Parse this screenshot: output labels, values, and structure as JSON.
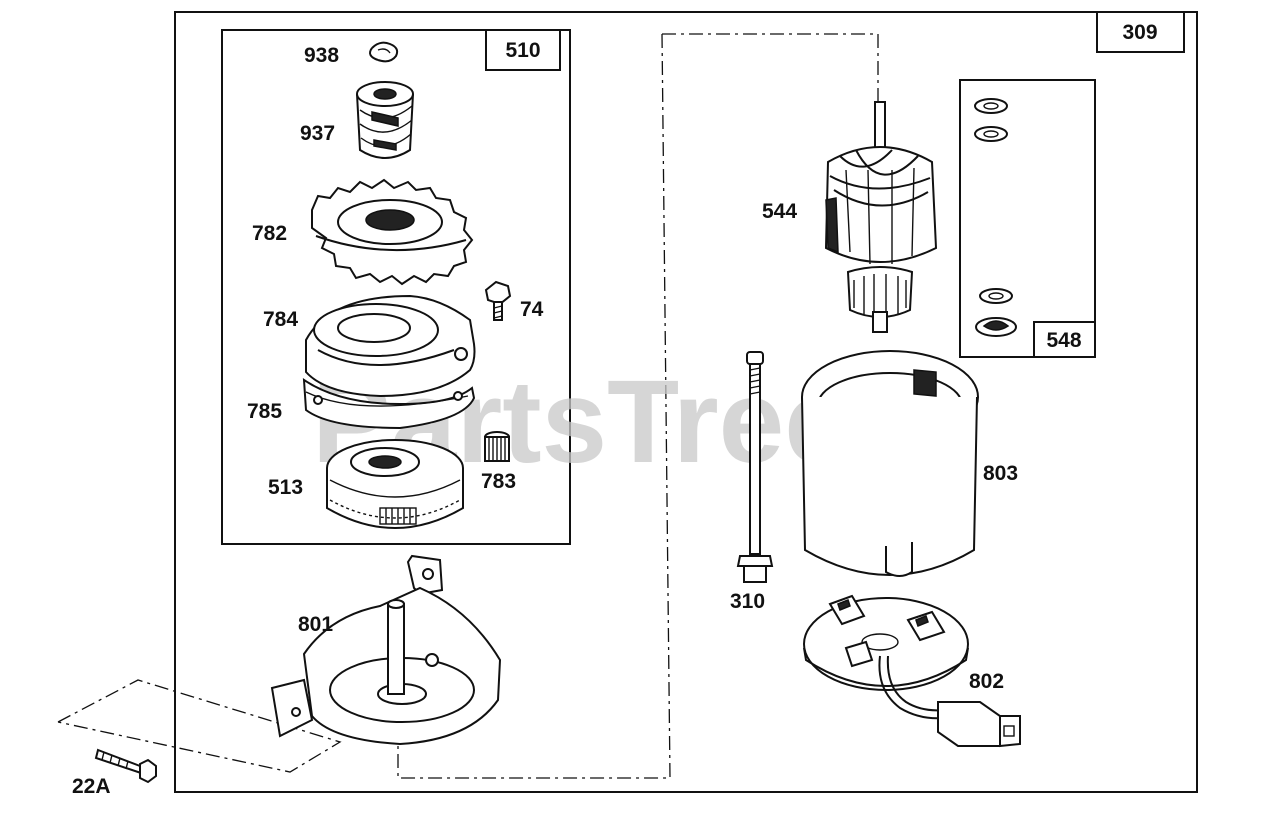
{
  "watermark": "PartsTree",
  "group_labels": {
    "assembly": "309",
    "drive_kit": "510",
    "washer_kit": "548"
  },
  "part_labels": {
    "p938": "938",
    "p937": "937",
    "p782": "782",
    "p74": "74",
    "p784": "784",
    "p785": "785",
    "p513": "513",
    "p783": "783",
    "p801": "801",
    "p22a": "22A",
    "p544": "544",
    "p803": "803",
    "p310": "310",
    "p802": "802"
  },
  "colors": {
    "line": "#111111",
    "watermark": "#c9c9c9",
    "background": "#ffffff"
  }
}
